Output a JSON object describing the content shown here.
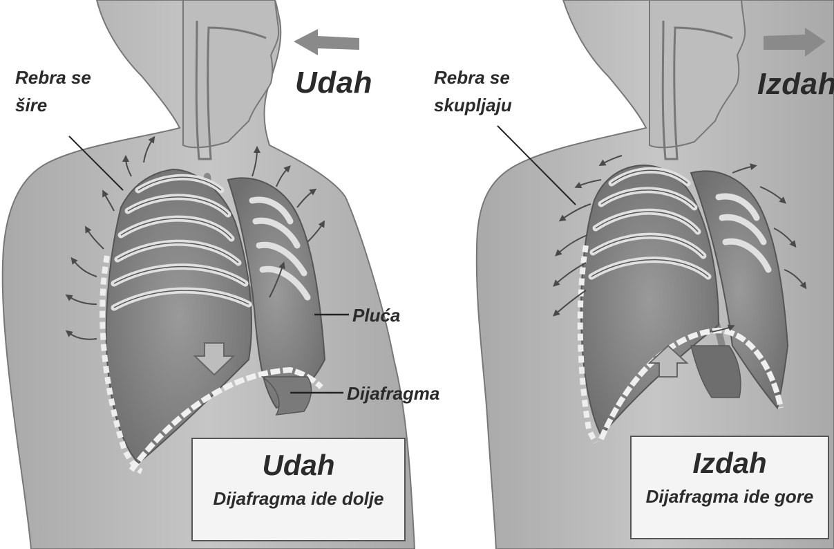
{
  "panels": {
    "inhale": {
      "heading": "Udah",
      "rib_label_line1": "Rebra se",
      "rib_label_line2": "šire",
      "lung_label": "Pluća",
      "diaphragm_label": "Dijafragma",
      "box_title": "Udah",
      "box_subtitle": "Dijafragma ide dolje"
    },
    "exhale": {
      "heading": "Izdah",
      "rib_label_line1": "Rebra se",
      "rib_label_line2": "skupljaju",
      "box_title": "Izdah",
      "box_subtitle": "Dijafragma ide gore"
    }
  },
  "colors": {
    "body": "#b9b9b9",
    "body_outline": "#6e6e6e",
    "lung": "#8c8c8c",
    "rib": "#cfcfcf",
    "arrow": "#555555",
    "airflow_arrow": "#8a8a8a"
  },
  "icons": [
    "air-in-arrow-icon",
    "air-out-arrow-icon",
    "diaphragm-down-arrow-icon",
    "diaphragm-up-arrow-icon",
    "rib-motion-arrow-icon"
  ]
}
